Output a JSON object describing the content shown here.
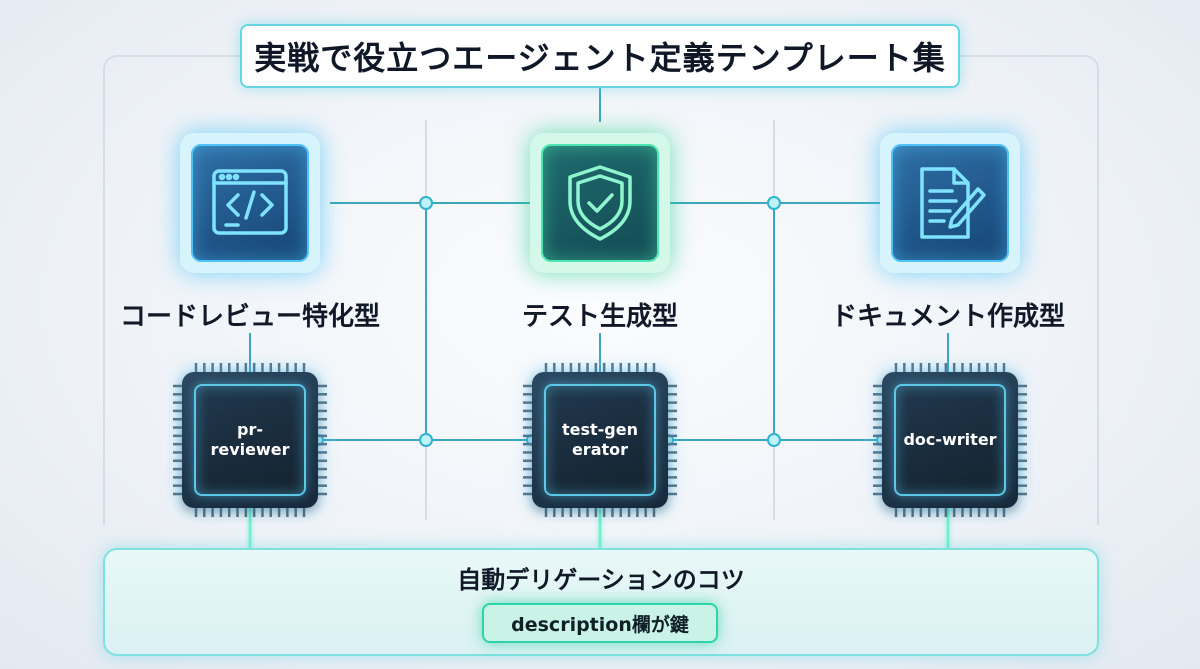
{
  "title": "実戦で役立つエージェント定義テンプレート集",
  "agents": [
    {
      "type_label": "コードレビュー特化型",
      "chip_label": "pr-reviewer",
      "icon": "code-window-icon"
    },
    {
      "type_label": "テスト生成型",
      "chip_label": "test-generator",
      "icon": "shield-check-icon"
    },
    {
      "type_label": "ドキュメント作成型",
      "chip_label": "doc-writer",
      "icon": "document-pen-icon"
    }
  ],
  "footer": {
    "title": "自動デリゲーションのコツ",
    "key": "description欄が鍵"
  },
  "colors": {
    "accent_cyan": "#4fc3f7",
    "accent_green": "#34d399",
    "line": "#3aa7bf",
    "chip_body": "#1e3448"
  }
}
